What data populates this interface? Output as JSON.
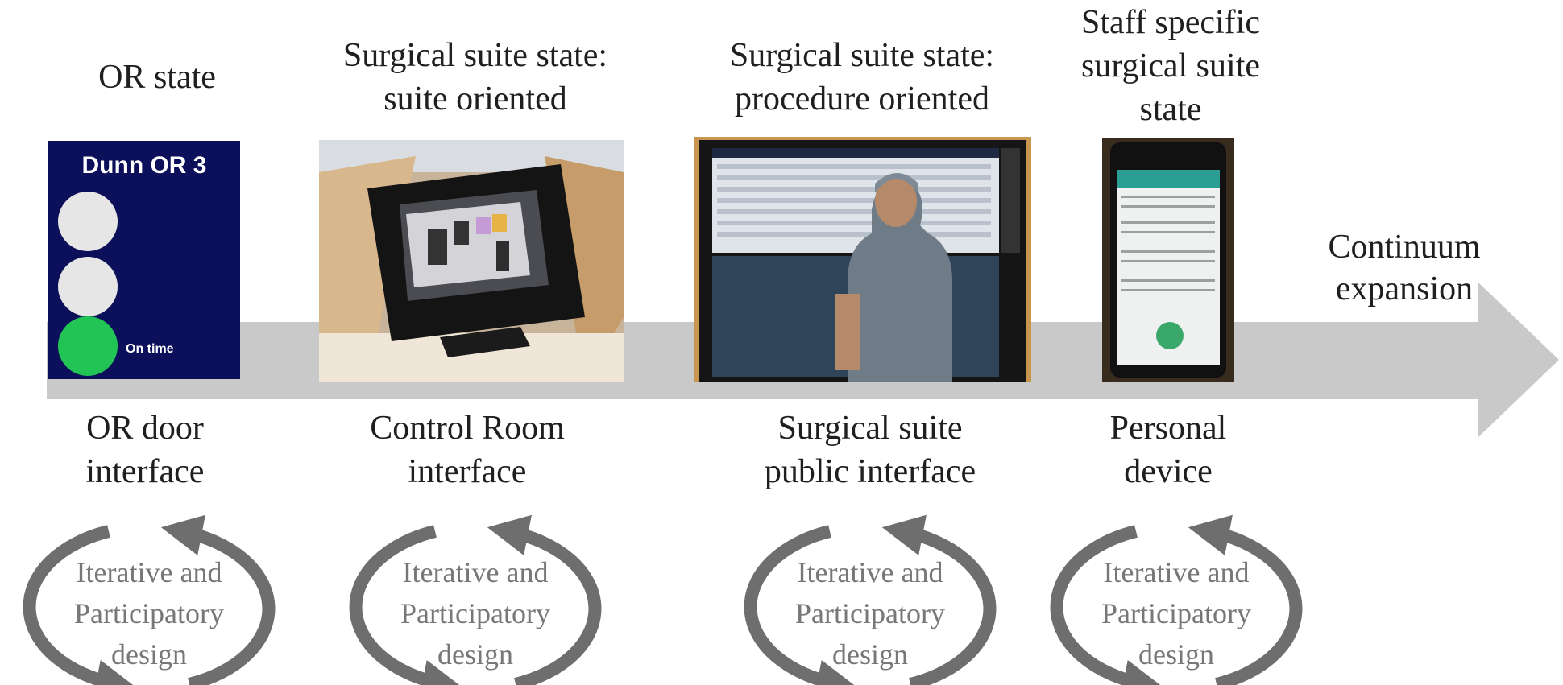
{
  "top_labels": {
    "or_state": [
      "OR state"
    ],
    "suite_oriented": [
      "Surgical suite state:",
      "suite oriented"
    ],
    "procedure_oriented": [
      "Surgical suite state:",
      "procedure oriented"
    ],
    "staff_specific": [
      "Staff specific",
      "surgical suite",
      "state"
    ]
  },
  "arrow": {
    "label": [
      "Continuum",
      "expansion"
    ],
    "color": "#c9c9c9"
  },
  "or_door_panel": {
    "title": "Dunn OR 3",
    "status": "On time",
    "background": "#0c0f5a",
    "light_colors": [
      "#e6e6e6",
      "#e6e6e6",
      "#23c456"
    ]
  },
  "bottom_labels": {
    "or_door": [
      "OR door",
      "interface"
    ],
    "control_room": [
      "Control Room",
      "interface"
    ],
    "public": [
      "Surgical suite",
      "public interface"
    ],
    "personal": [
      "Personal",
      "device"
    ]
  },
  "cycle": {
    "lines": [
      "Iterative and",
      "Participatory",
      "design"
    ],
    "arrow_color": "#6e6e6e"
  }
}
